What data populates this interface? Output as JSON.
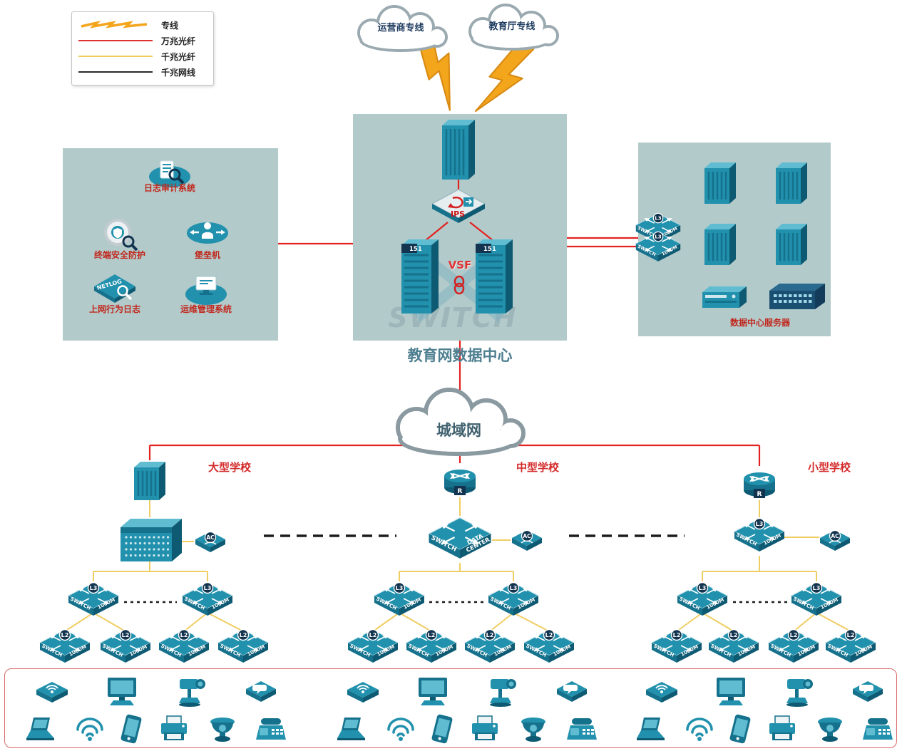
{
  "legend": {
    "items": [
      {
        "label": "专线",
        "type": "lightning"
      },
      {
        "label": "万兆光纤",
        "type": "line-red"
      },
      {
        "label": "千兆光纤",
        "type": "line-yellow"
      },
      {
        "label": "千兆网线",
        "type": "line-black"
      }
    ]
  },
  "clouds": {
    "isp": "运营商专线",
    "edu": "教育厅专线",
    "metro": "城域网"
  },
  "datacenter": {
    "caption": "教育网数据中心",
    "vsf_label": "VSF",
    "ips_label": "IPS",
    "server_badge": "151",
    "watermark": "SWITCH"
  },
  "security_zone": {
    "items": [
      {
        "label": "日志审计系统",
        "icon": "log-audit"
      },
      {
        "label": "终端安全防护",
        "icon": "terminal-security"
      },
      {
        "label": "堡垒机",
        "icon": "bastion-host"
      },
      {
        "label": "上网行为日志",
        "icon": "netlog",
        "icon_text": "NETLOG"
      },
      {
        "label": "运维管理系统",
        "icon": "ops-management"
      }
    ]
  },
  "server_zone": {
    "caption": "数据中心服务器"
  },
  "switch_labels": {
    "l3_badge": "L3",
    "l2_badge": "L2",
    "switch_text": "SWITCH",
    "speed_text": "1000M",
    "ac_badge": "AC",
    "router_badge": "R",
    "dc_core_left": "SWITCH",
    "dc_core_right": "DATA CENTER"
  },
  "schools": [
    {
      "name": "大型学校",
      "key": "large-school"
    },
    {
      "name": "中型学校",
      "key": "medium-school"
    },
    {
      "name": "小型学校",
      "key": "small-school"
    }
  ],
  "endpoints": {
    "groups": [
      {
        "row1": [
          "wireless-ap",
          "desktop",
          "ip-camera",
          "message"
        ],
        "row2": [
          "laptop",
          "wifi-signal",
          "smartphone",
          "printer",
          "dome-camera",
          "fax-phone"
        ]
      },
      {
        "row1": [
          "wireless-ap",
          "desktop",
          "ip-camera",
          "message"
        ],
        "row2": [
          "laptop",
          "wifi-signal",
          "smartphone",
          "printer",
          "dome-camera",
          "fax-phone"
        ]
      },
      {
        "row1": [
          "wireless-ap",
          "desktop",
          "ip-camera",
          "message"
        ],
        "row2": [
          "laptop",
          "wifi-signal",
          "smartphone",
          "printer",
          "dome-camera",
          "fax-phone"
        ]
      }
    ]
  }
}
